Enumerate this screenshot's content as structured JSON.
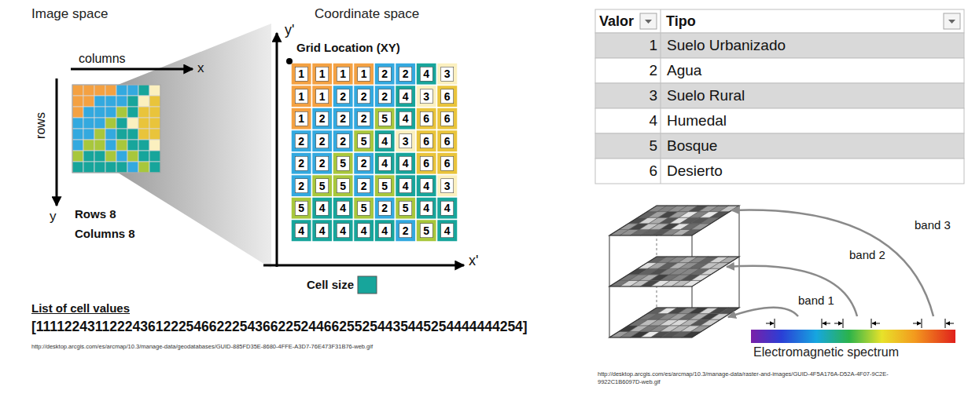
{
  "diagram": {
    "labels": [
      "Image space",
      "Coordinate space",
      "columns",
      "x",
      "rows",
      "y",
      "Rows 8",
      "Columns 8",
      "y'",
      "Grid Location (XY)",
      "1",
      "1",
      "1",
      "1",
      "2",
      "2",
      "4",
      "3",
      "1",
      "1",
      "2",
      "2",
      "2",
      "4",
      "3",
      "6",
      "1",
      "2",
      "2",
      "2",
      "5",
      "4",
      "6",
      "6",
      "2",
      "2",
      "2",
      "5",
      "4",
      "3",
      "6",
      "6",
      "2",
      "2",
      "5",
      "2",
      "4",
      "4",
      "6",
      "6",
      "2",
      "5",
      "5",
      "2",
      "5",
      "4",
      "4",
      "3",
      "5",
      "4",
      "4",
      "5",
      "2",
      "5",
      "4",
      "4",
      "4",
      "4",
      "4",
      "4",
      "4",
      "2",
      "5",
      "4",
      "x'",
      "Cell size",
      "List of cell values",
      "[1111224311222436122254662225436622524466255254435445254444444254]",
      "http://desktop.arcgis.com/es/arcmap/10.3/manage-data/geodatabases/GUID-885FD35E-8680-4FFE-A3D7-76E473F31B76-web.gif",
      "Valor",
      "Tipo",
      "1",
      "Suelo Urbanizado",
      "2",
      "Agua",
      "3",
      "Suelo Rural",
      "4",
      "Humedal",
      "5",
      "Bosque",
      "6",
      "Desierto",
      "band 3",
      "band 2",
      "band 1",
      "Electromagnetic spectrum",
      "http://desktop.arcgis.com/es/arcmap/10.3/manage-data/raster-and-images/GUID-4F5A176A-D52A-4F07-9C2E-9922C1B6097D-web.gif"
    ]
  }
}
